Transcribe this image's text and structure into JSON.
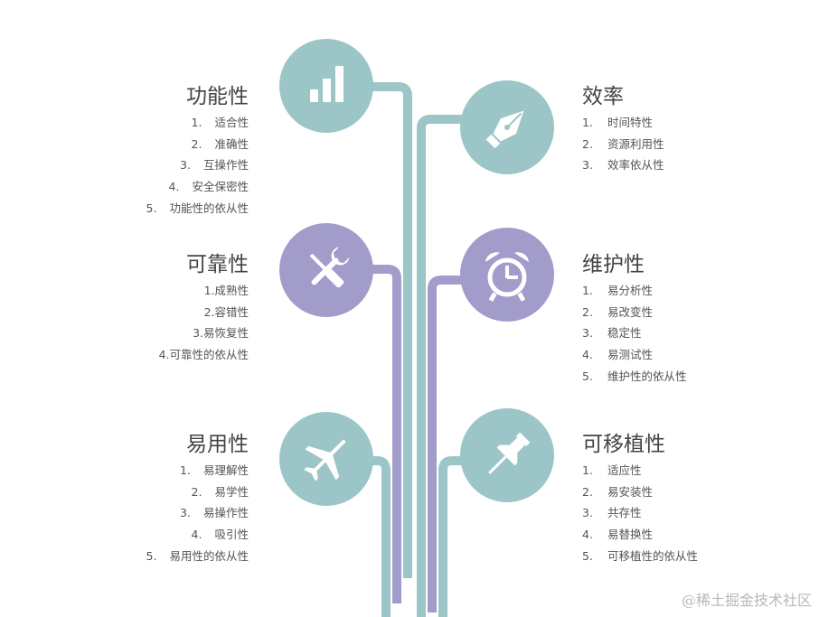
{
  "colors": {
    "teal": "#9bc5c7",
    "purple": "#a29ccb"
  },
  "features": [
    {
      "id": "functionality",
      "side": "left",
      "color": "teal",
      "icon": "bar-chart-icon",
      "title": "功能性",
      "items": [
        {
          "num": "1.",
          "text": "适合性"
        },
        {
          "num": "2.",
          "text": "准确性"
        },
        {
          "num": "3.",
          "text": "互操作性"
        },
        {
          "num": "4.",
          "text": "安全保密性"
        },
        {
          "num": "5.",
          "text": "功能性的依从性"
        }
      ]
    },
    {
      "id": "efficiency",
      "side": "right",
      "color": "teal",
      "icon": "fountain-pen-icon",
      "title": "效率",
      "items": [
        {
          "num": "1.",
          "text": "时间特性"
        },
        {
          "num": "2.",
          "text": "资源利用性"
        },
        {
          "num": "3.",
          "text": "效率依从性"
        }
      ]
    },
    {
      "id": "reliability",
      "side": "left",
      "color": "purple",
      "icon": "wrench-screwdriver-icon",
      "title": "可靠性",
      "items": [
        {
          "num": "",
          "text": "1.成熟性"
        },
        {
          "num": "",
          "text": "2.容错性"
        },
        {
          "num": "",
          "text": "3.易恢复性"
        },
        {
          "num": "",
          "text": "4.可靠性的依从性"
        }
      ]
    },
    {
      "id": "maintainability",
      "side": "right",
      "color": "purple",
      "icon": "alarm-clock-icon",
      "title": "维护性",
      "items": [
        {
          "num": "1.",
          "text": "易分析性"
        },
        {
          "num": "2.",
          "text": "易改变性"
        },
        {
          "num": "3.",
          "text": "稳定性"
        },
        {
          "num": "4.",
          "text": "易测试性"
        },
        {
          "num": "5.",
          "text": "维护性的依从性"
        }
      ]
    },
    {
      "id": "usability",
      "side": "left",
      "color": "teal",
      "icon": "airplane-icon",
      "title": "易用性",
      "items": [
        {
          "num": "1.",
          "text": "易理解性"
        },
        {
          "num": "2.",
          "text": "易学性"
        },
        {
          "num": "3.",
          "text": "易操作性"
        },
        {
          "num": "4.",
          "text": "吸引性"
        },
        {
          "num": "5.",
          "text": "易用性的依从性"
        }
      ]
    },
    {
      "id": "portability",
      "side": "right",
      "color": "teal",
      "icon": "pushpin-icon",
      "title": "可移植性",
      "items": [
        {
          "num": "1.",
          "text": "适应性"
        },
        {
          "num": "2.",
          "text": "易安装性"
        },
        {
          "num": "3.",
          "text": "共存性"
        },
        {
          "num": "4.",
          "text": "易替换性"
        },
        {
          "num": "5.",
          "text": "可移植性的依从性"
        }
      ]
    }
  ],
  "watermark": "@稀土掘金技术社区"
}
